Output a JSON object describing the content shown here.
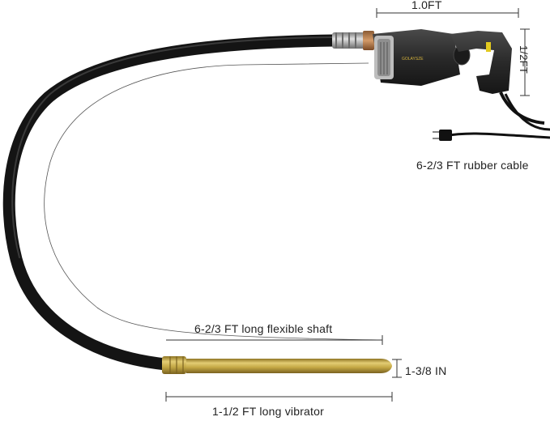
{
  "dimensions": {
    "housing_length": "1.0FT",
    "housing_height": "1/2FT",
    "cable": "6-2/3 FT rubber cable",
    "shaft": "6-2/3 FT long flexible shaft",
    "diameter": "1-3/8 IN",
    "vibrator": "1-1/2 FT long vibrator"
  },
  "brand": {
    "logo_text": "GOLAYSZE"
  },
  "colors": {
    "hose": "#141414",
    "motor_body": "#2b2b2b",
    "metal": "#a9a9a9",
    "brass": "#c4a845",
    "dim_line": "#333333"
  }
}
